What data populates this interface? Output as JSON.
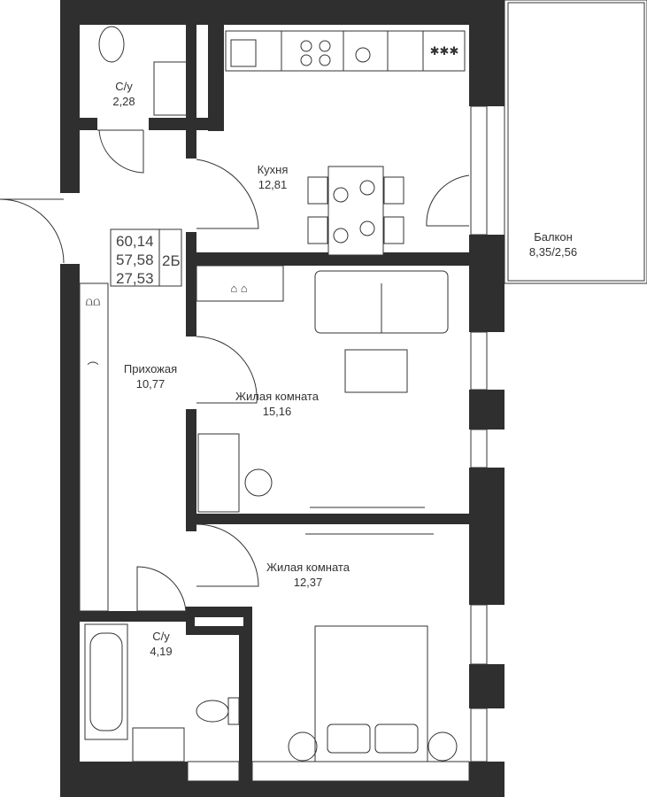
{
  "plan": {
    "summary": {
      "total_area": "60,14",
      "living_area_total": "57,58",
      "living_area": "27,53",
      "type": "2Б"
    },
    "rooms": [
      {
        "name": "С/у",
        "area": "2,28"
      },
      {
        "name": "Кухня",
        "area": "12,81"
      },
      {
        "name": "Балкон",
        "area": "8,35/2,56"
      },
      {
        "name": "Прихожая",
        "area": "10,77"
      },
      {
        "name": "Жилая комната",
        "area": "15,16"
      },
      {
        "name": "Жилая комната",
        "area": "12,37"
      },
      {
        "name": "С/у",
        "area": "4,19"
      }
    ],
    "colors": {
      "wall": "#2f2f2f",
      "line": "#333333"
    }
  }
}
